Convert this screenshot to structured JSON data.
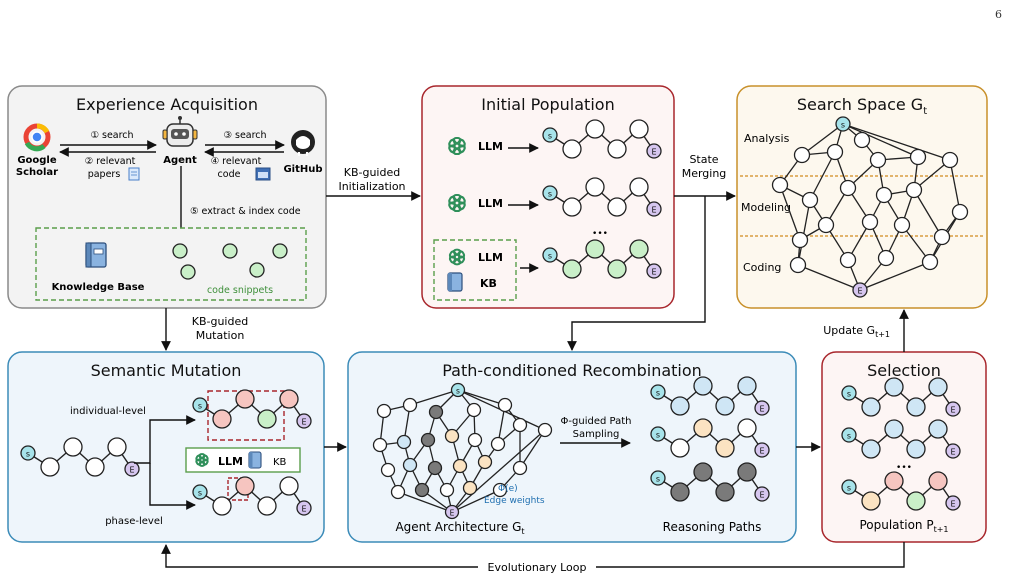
{
  "page_number": "6",
  "colors": {
    "green_border": "#5a9e4b",
    "red_border": "#a8262c",
    "red_fill": "#fdf5f4",
    "orange_border": "#c8902a",
    "orange_fill": "#fdf8ee",
    "blue_border": "#3b8bb8",
    "blue_fill": "#eef5fb",
    "gray_border": "#8a8a8a",
    "gray_fill": "#f3f3f3",
    "start_node": "#a7e3ea",
    "end_node": "#d6c6ef",
    "blue_node": "#cfe6f5",
    "peach_node": "#fbe3c2",
    "pink_node": "#f6c5c0",
    "green_node": "#c9efc8",
    "dark_node": "#7a7a7a",
    "dash_orange": "#d28a1f"
  },
  "experience": {
    "title": "Experience Acquisition",
    "google_line1": "Google",
    "google_line2": "Scholar",
    "agent": "Agent",
    "github": "GitHub",
    "search_left": "① search",
    "relevant_papers_1": "② relevant",
    "relevant_papers_2": "papers",
    "search_right": "③ search",
    "relevant_code_1": "④ relevant",
    "relevant_code_2": "code",
    "extract": "⑤ extract & index code",
    "knowledge_base": "Knowledge Base",
    "code_snippets": "code snippets"
  },
  "kb_init": {
    "line1": "KB-guided",
    "line2": "Initialization"
  },
  "initial_population": {
    "title": "Initial Population",
    "llm": "LLM",
    "kb": "KB",
    "ellipsis": "•••"
  },
  "state_merging": {
    "line1": "State",
    "line2": "Merging"
  },
  "search_space": {
    "title": "Search Space G",
    "title_sub": "t",
    "analysis": "Analysis",
    "modeling": "Modeling",
    "coding": "Coding"
  },
  "kb_mutation": {
    "line1": "KB-guided",
    "line2": "Mutation"
  },
  "update": {
    "text": "Update G",
    "sub": "t+1"
  },
  "semantic_mutation": {
    "title": "Semantic Mutation",
    "individual_level": "individual-level",
    "phase_level": "phase-level",
    "llm": "LLM",
    "kb": "KB"
  },
  "recombination": {
    "title": "Path-conditioned Recombination",
    "sampling_1": "Φ-guided Path",
    "sampling_2": "Sampling",
    "phi": "Φ(e)",
    "edge_weights": "Edge weights",
    "architecture": "Agent Architecture G",
    "architecture_sub": "t",
    "reasoning_paths": "Reasoning Paths"
  },
  "selection": {
    "title": "Selection",
    "ellipsis": "•••",
    "population": "Population P",
    "population_sub": "t+1"
  },
  "loop": "Evolutionary Loop",
  "node_labels": {
    "start": "s",
    "end": "E"
  }
}
